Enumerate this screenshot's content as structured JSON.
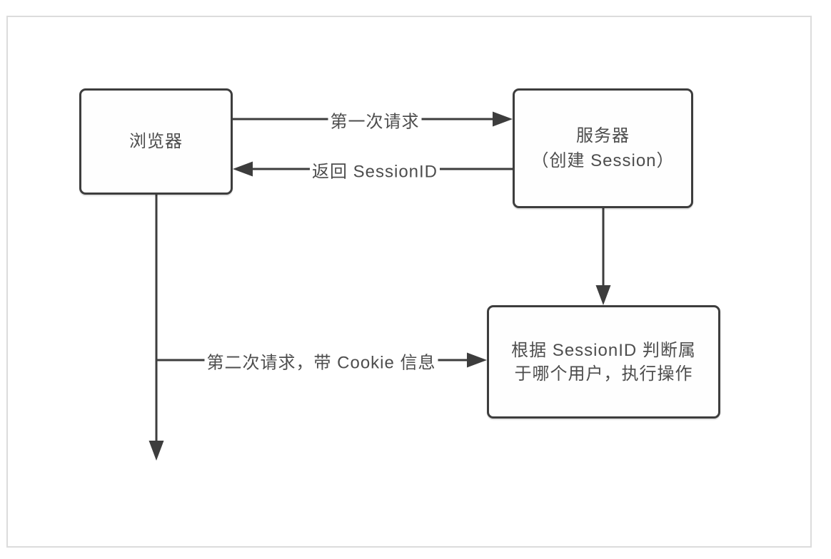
{
  "diagram": {
    "nodes": {
      "browser": {
        "label": "浏览器"
      },
      "server": {
        "label_line1": "服务器",
        "label_line2": "（创建 Session）"
      },
      "session_handler": {
        "label_line1": "根据 SessionID 判断属",
        "label_line2": "于哪个用户，执行操作"
      }
    },
    "edges": {
      "first_request": {
        "label": "第一次请求",
        "from": "browser",
        "to": "server"
      },
      "return_sessionid": {
        "label": "返回 SessionID",
        "from": "server",
        "to": "browser"
      },
      "second_request": {
        "label": "第二次请求，带 Cookie 信息",
        "from": "browser",
        "to": "session_handler"
      }
    },
    "colors": {
      "line": "#3d3d3d",
      "text": "#4d4d4d",
      "frame_border": "#dcdcdc",
      "background": "#ffffff"
    }
  }
}
